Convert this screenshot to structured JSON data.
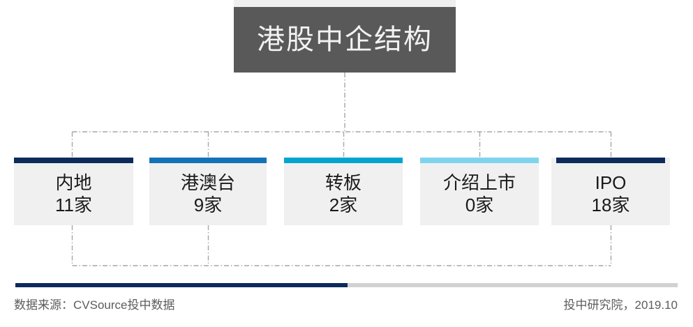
{
  "title": {
    "text": "港股中企结构",
    "box_color": "#595959",
    "cap_color": "#efefef",
    "text_color": "#f2f2f2"
  },
  "nodes": [
    {
      "label": "内地",
      "value": "11家",
      "bar_color": "#0d2a5c",
      "body_color": "#f0f0f0"
    },
    {
      "label": "港澳台",
      "value": "9家",
      "bar_color": "#1373b8",
      "body_color": "#f0f0f0"
    },
    {
      "label": "转板",
      "value": "2家",
      "bar_color": "#00a5d0",
      "body_color": "#f0f0f0"
    },
    {
      "label": "介绍上市",
      "value": "0家",
      "bar_color": "#7fd4ed",
      "body_color": "#f0f0f0"
    },
    {
      "label": "IPO",
      "value": "18家",
      "bar_color": "#0d2a5c",
      "body_color": "#f0f0f0"
    }
  ],
  "connector": {
    "color": "#a6a6a6",
    "style": "dash-dot"
  },
  "footer": {
    "source": "数据来源：CVSource投中数据",
    "credit": "投中研究院，2019.10",
    "rule_navy": "#0d2a5c",
    "rule_gray": "#d2d2d2",
    "text_color": "#5c5c5c"
  }
}
